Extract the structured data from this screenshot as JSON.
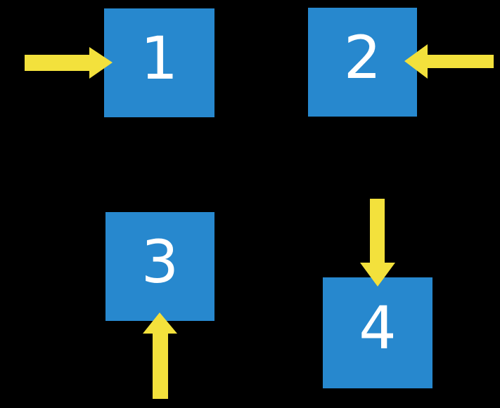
{
  "diagram": {
    "background_color": "#000000",
    "square_color": "#2788ce",
    "arrow_color": "#f3e13c",
    "label_color": "#ffffff",
    "squares": [
      {
        "label": "1",
        "arrow_icon": "arrow-right-icon",
        "arrow_points_from": "left"
      },
      {
        "label": "2",
        "arrow_icon": "arrow-left-icon",
        "arrow_points_from": "right"
      },
      {
        "label": "3",
        "arrow_icon": "arrow-up-icon",
        "arrow_points_from": "below"
      },
      {
        "label": "4",
        "arrow_icon": "arrow-down-icon",
        "arrow_points_from": "above"
      }
    ]
  }
}
